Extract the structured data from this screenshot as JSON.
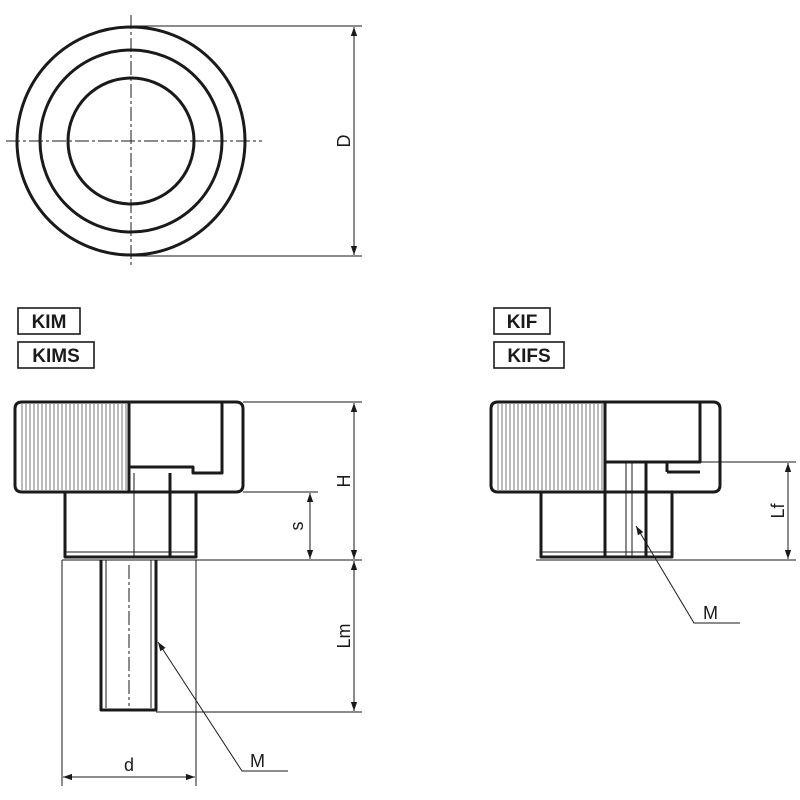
{
  "top_view": {
    "dim_label": "D"
  },
  "left_view": {
    "tags": [
      "KIM",
      "KIMS"
    ],
    "dims": {
      "height": "H",
      "stud_length": "s",
      "thread_length": "Lm",
      "diameter": "d",
      "thread": "M"
    }
  },
  "right_view": {
    "tags": [
      "KIF",
      "KIFS"
    ],
    "dims": {
      "thread_depth": "Lf",
      "thread": "M"
    }
  }
}
